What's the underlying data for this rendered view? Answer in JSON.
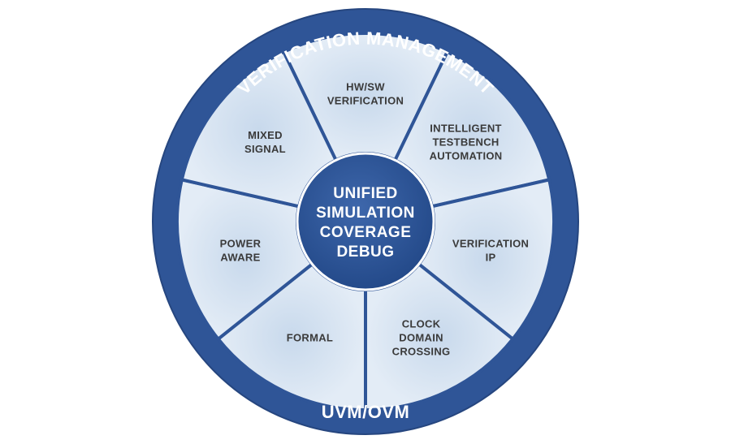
{
  "ring": {
    "top_label": "VERIFICATION MANAGEMENT",
    "bottom_label": "UVM/OVM"
  },
  "center": {
    "lines": [
      "UNIFIED",
      "SIMULATION",
      "COVERAGE",
      "DEBUG"
    ]
  },
  "segments": [
    {
      "lines": [
        "HW/SW",
        "VERIFICATION"
      ]
    },
    {
      "lines": [
        "INTELLIGENT",
        "TESTBENCH",
        "AUTOMATION"
      ]
    },
    {
      "lines": [
        "VERIFICATION",
        "IP"
      ]
    },
    {
      "lines": [
        "CLOCK",
        "DOMAIN",
        "CROSSING"
      ]
    },
    {
      "lines": [
        "FORMAL"
      ]
    },
    {
      "lines": [
        "POWER",
        "AWARE"
      ]
    },
    {
      "lines": [
        "MIXED",
        "SIGNAL"
      ]
    }
  ],
  "colors": {
    "ring": "#2f5597",
    "ring_dark": "#26467f",
    "segment_light": "#dfe9f4",
    "segment_mid": "#c2d5ea",
    "divider": "#2f5597",
    "center": "#2f5597",
    "segment_text": "#3a3a3a"
  }
}
